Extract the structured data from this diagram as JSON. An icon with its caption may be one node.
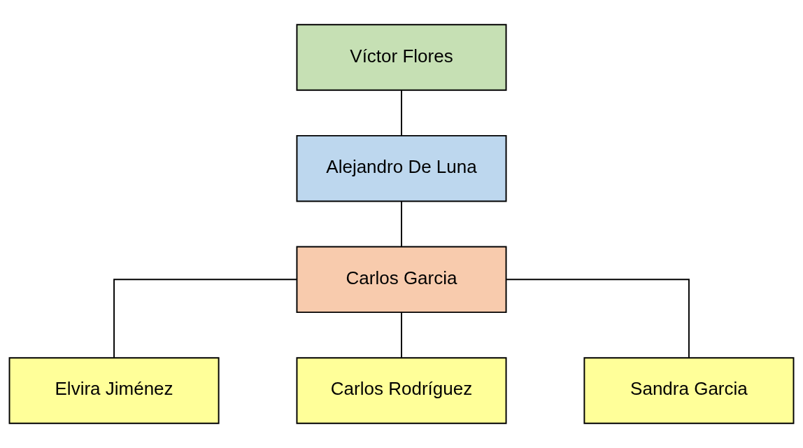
{
  "diagram": {
    "nodes": [
      {
        "text": [
          "Víctor Flores"
        ]
      },
      {
        "text": [
          "Alejandro De Luna"
        ]
      },
      {
        "text": [
          "Carlos Garcia"
        ]
      },
      {
        "text": [
          "Elvira Jiménez"
        ]
      },
      {
        "text": [
          "Carlos Rodríguez"
        ]
      },
      {
        "text": [
          "Sandra Garcia"
        ]
      }
    ],
    "edges": [
      {
        "from": 0,
        "to": 1,
        "arrow": "none"
      },
      {
        "from": 1,
        "to": 2,
        "arrow": "none"
      },
      {
        "from": 2,
        "to": 3,
        "arrow": "none"
      },
      {
        "from": 2,
        "to": 4,
        "arrow": "none"
      },
      {
        "from": 2,
        "to": 5,
        "arrow": "none"
      }
    ]
  }
}
